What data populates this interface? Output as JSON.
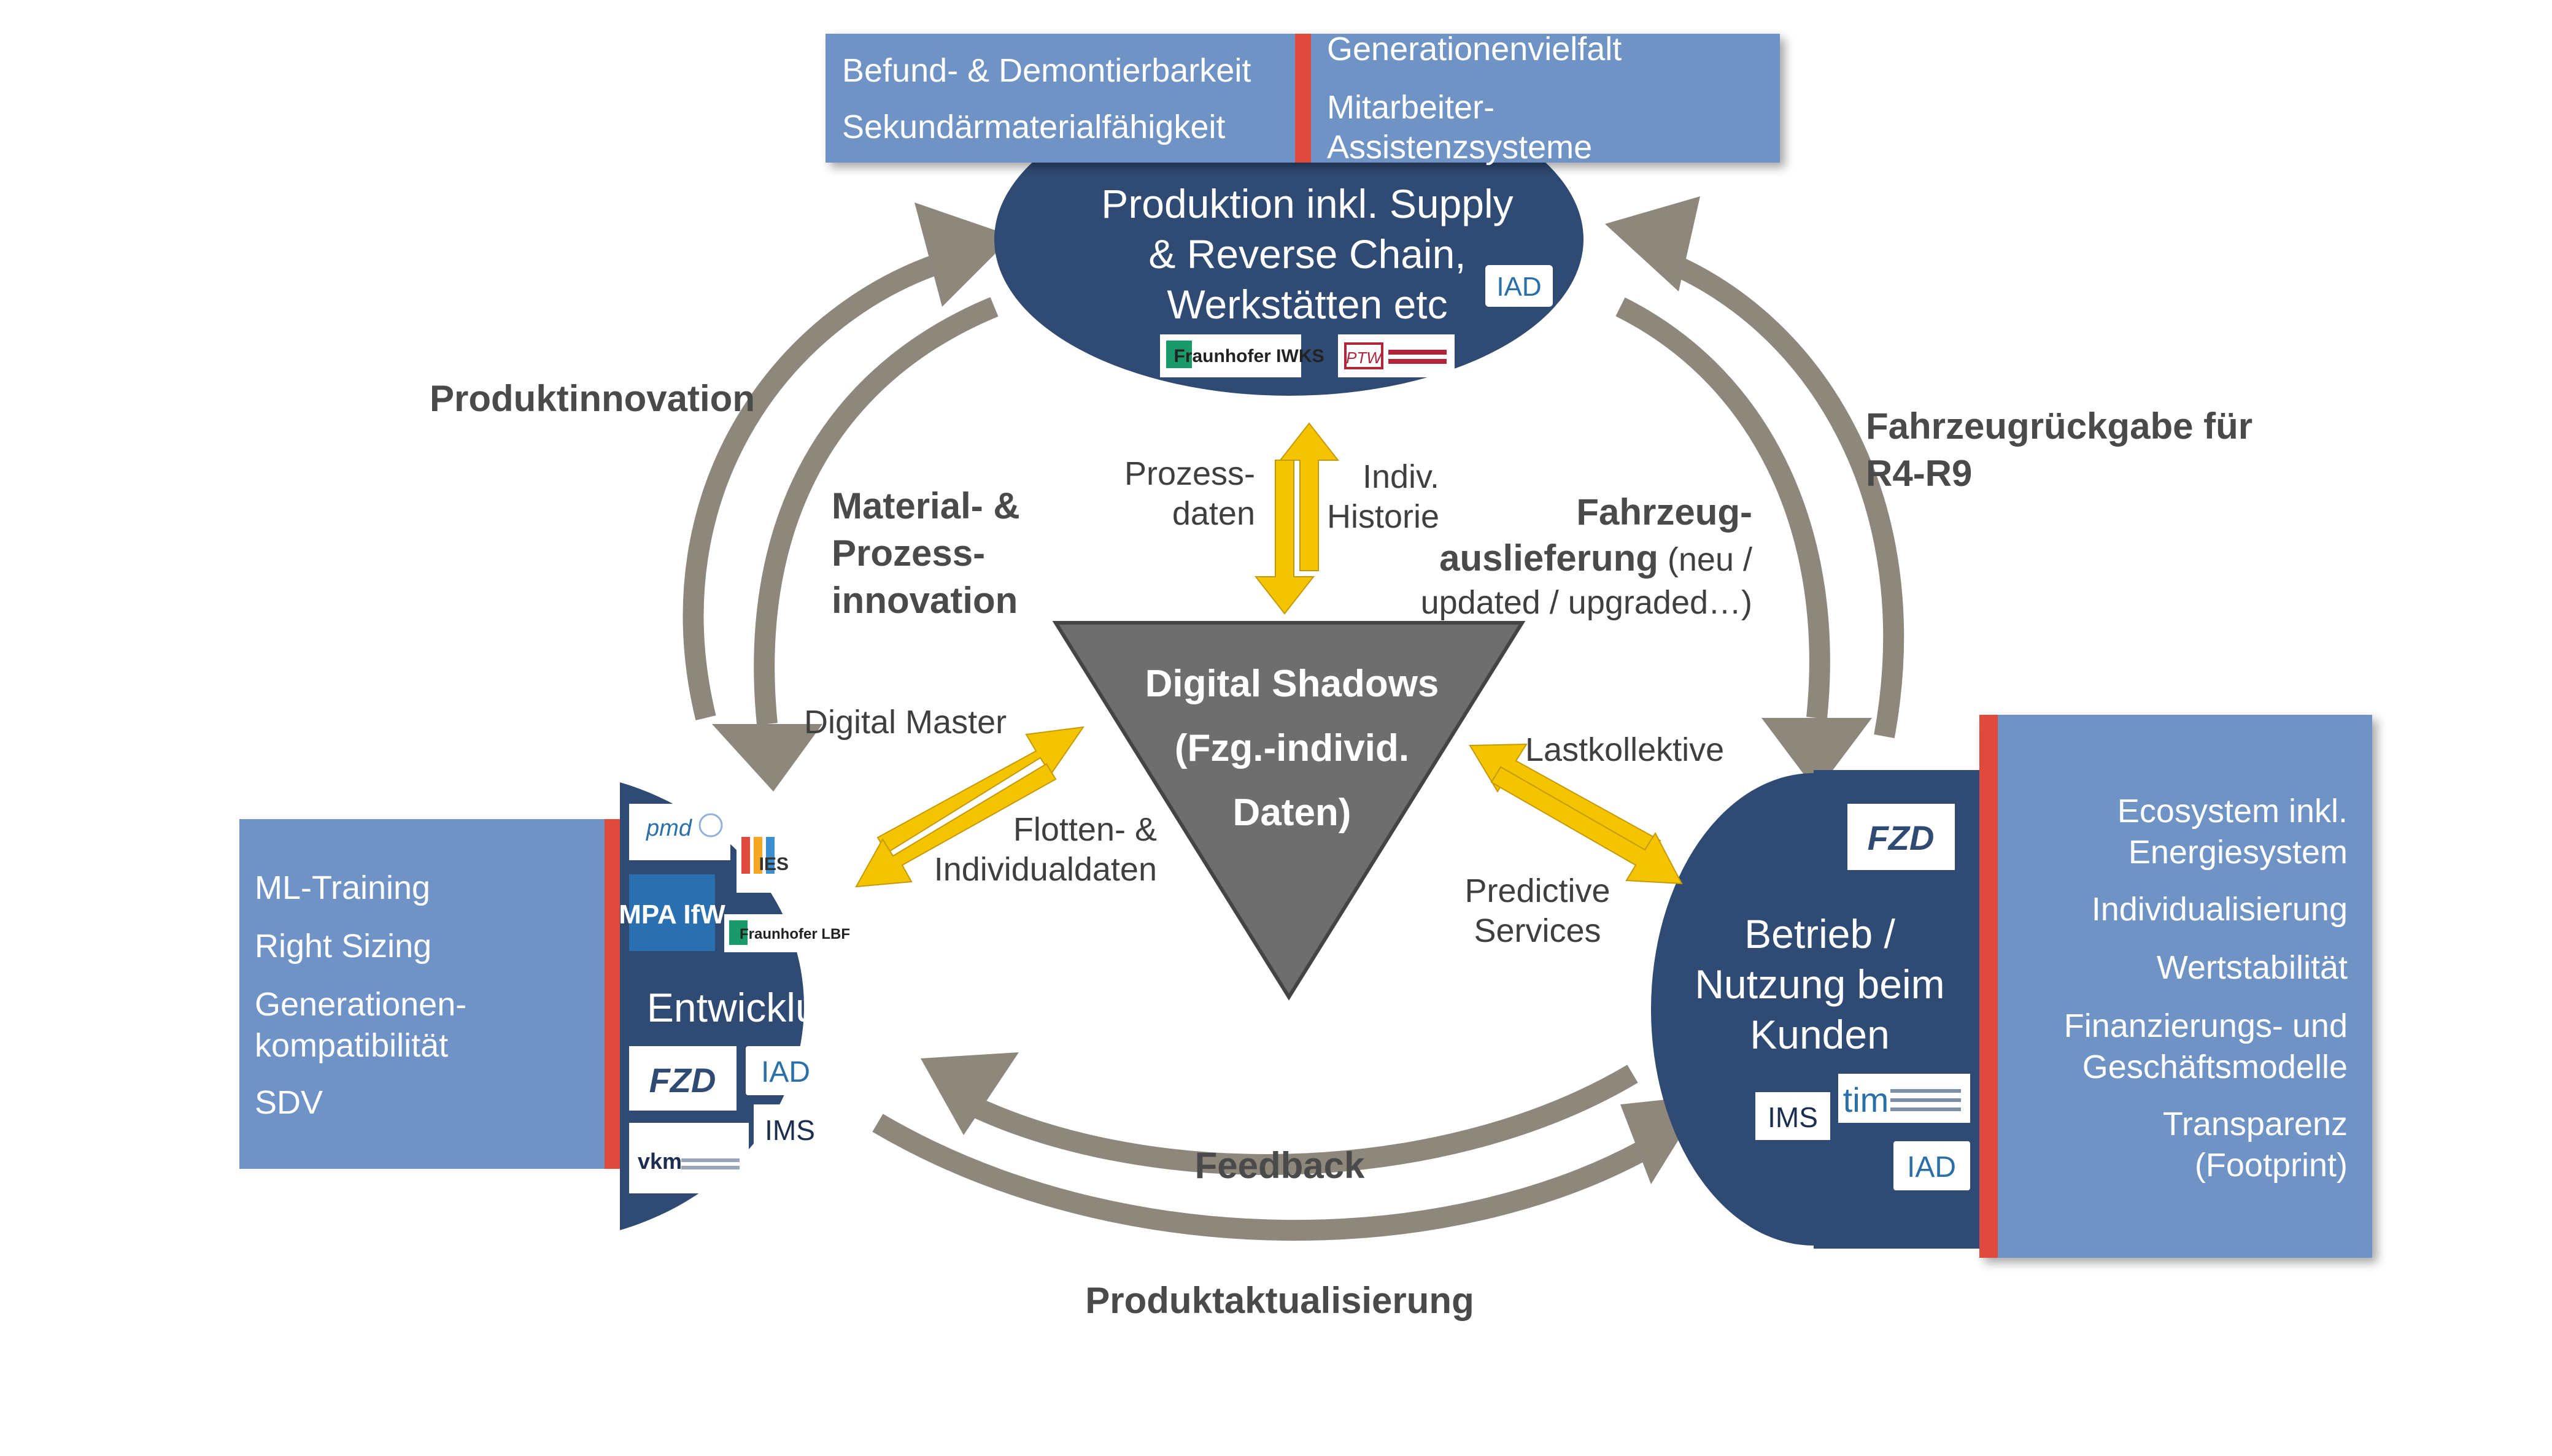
{
  "top_box": {
    "left": [
      "Befund- & Demontierbarkeit",
      "Sekundärmaterialfähigkeit"
    ],
    "right": [
      "Generationenvielfalt",
      "Mitarbeiter-",
      "Assistenzsysteme"
    ]
  },
  "production": {
    "title": [
      "Produktion inkl. Supply",
      "& Reverse Chain,",
      "Werkstätten etc"
    ],
    "logos": [
      "IAD",
      "Fraunhofer IWKS",
      "PTW"
    ]
  },
  "development": {
    "title": "Entwicklung",
    "logos": [
      "pmd",
      "IES",
      "MPA IfW",
      "Fraunhofer LBF",
      "FZD",
      "IAD",
      "IMS",
      "vkm"
    ]
  },
  "operation": {
    "title": [
      "Betrieb /",
      "Nutzung beim",
      "Kunden"
    ],
    "logos": [
      "FZD",
      "IMS",
      "tim",
      "IAD"
    ]
  },
  "left_box": {
    "items": [
      "ML-Training",
      "Right Sizing",
      "Generationen-",
      "kompatibilität",
      "SDV"
    ]
  },
  "right_box": {
    "items": [
      "Ecosystem inkl.",
      "Energiesystem",
      "Individualisierung",
      "Wertstabilität",
      "Finanzierungs- und",
      "Geschäftsmodelle",
      "Transparenz",
      "(Footprint)"
    ]
  },
  "center": {
    "lines": [
      "Digital Shadows",
      "(Fzg.-individ.",
      "Daten)"
    ]
  },
  "labels": {
    "produktinnovation": "Produktinnovation",
    "material_1": "Material- &",
    "material_2": "Prozess-",
    "material_3": "innovation",
    "prozessdaten_1": "Prozess-",
    "prozessdaten_2": "daten",
    "indiv_1": "Indiv.",
    "indiv_2": "Historie",
    "fahrzeug_1": "Fahrzeug-",
    "fahrzeug_2": "auslieferung",
    "fahrzeug_2b": " (neu /",
    "fahrzeug_3": "updated / upgraded…)",
    "rueckgabe_1": "Fahrzeugrückgabe für",
    "rueckgabe_2": "R4-R9",
    "digital_master": "Digital Master",
    "flotten_1": "Flotten- &",
    "flotten_2": "Individualdaten",
    "lastkollektive": "Lastkollektive",
    "predictive_1": "Predictive",
    "predictive_2": "Services",
    "feedback": "Feedback",
    "produktaktualisierung": "Produktaktualisierung"
  },
  "colors": {
    "node_blue": "#2f4a73",
    "box_blue": "#6f93c6",
    "accent_red": "#e04a3c",
    "arrow_grey": "#8d877c",
    "arrow_yellow": "#f5c400",
    "triangle_grey": "#6e6e6e"
  }
}
